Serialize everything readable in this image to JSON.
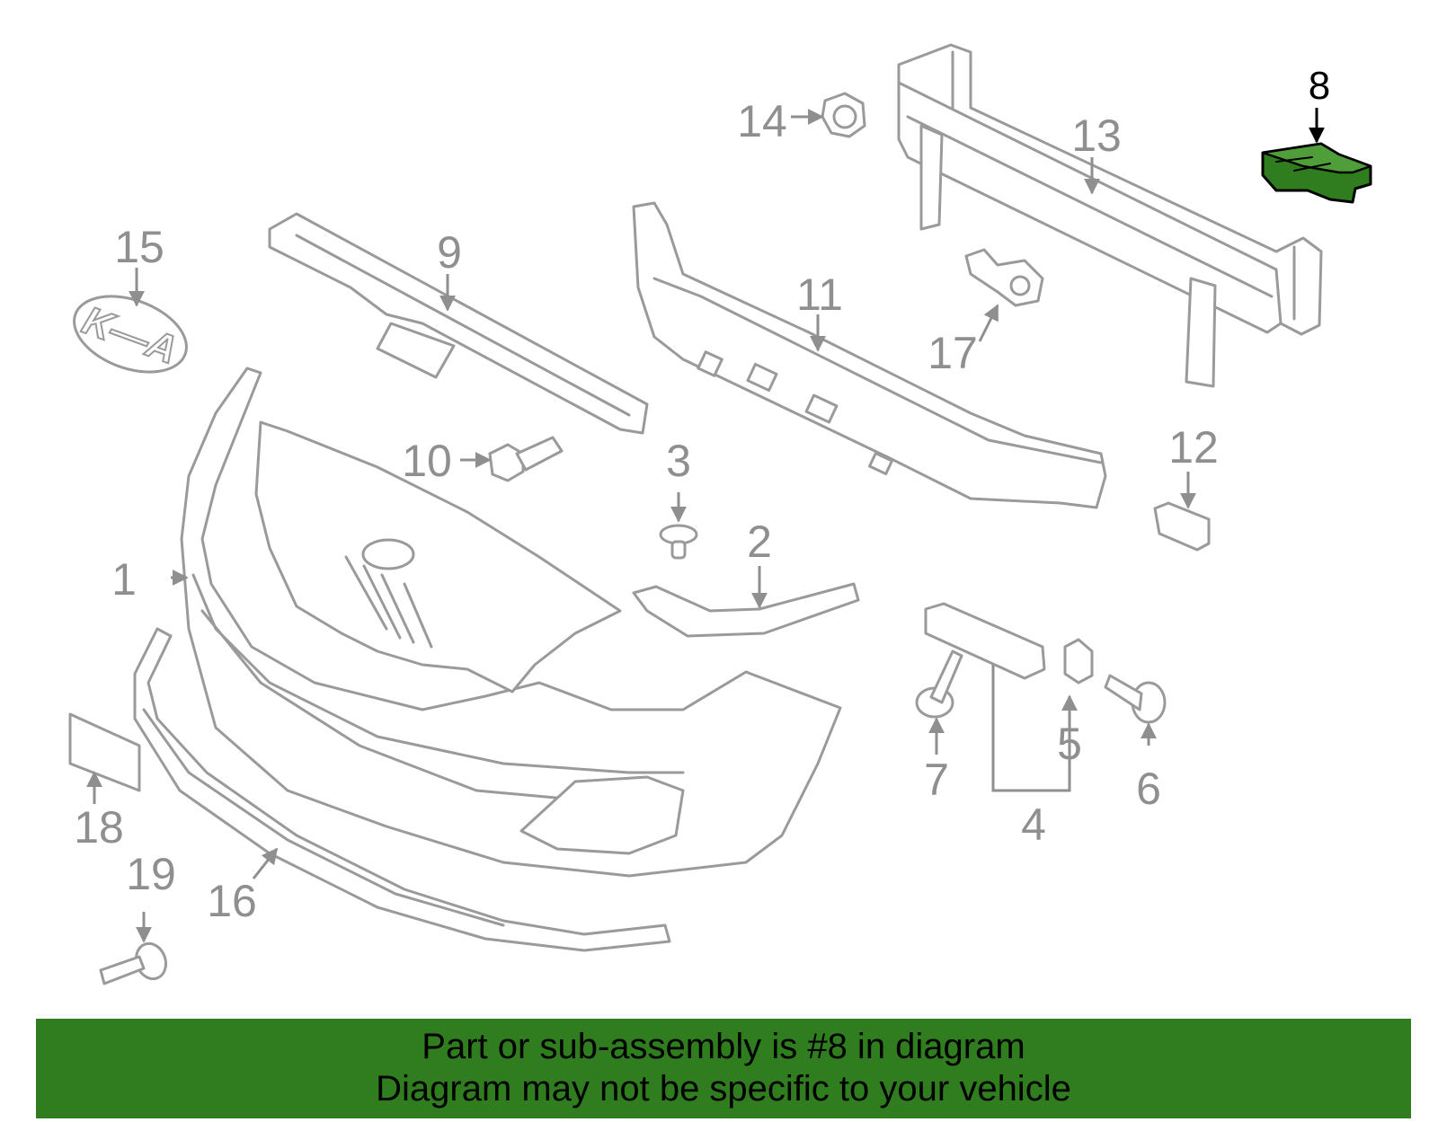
{
  "diagram": {
    "callouts": {
      "c1": "1",
      "c2": "2",
      "c3": "3",
      "c4": "4",
      "c5": "5",
      "c6": "6",
      "c7": "7",
      "c8": "8",
      "c9": "9",
      "c10": "10",
      "c11": "11",
      "c12": "12",
      "c13": "13",
      "c14": "14",
      "c15": "15",
      "c16": "16",
      "c17": "17",
      "c18": "18",
      "c19": "19"
    },
    "emblem_text": "K—A",
    "highlighted_part": "8",
    "highlight_color": "#2f7d1f"
  },
  "banner": {
    "line1": "Part or sub-assembly is #8 in diagram",
    "line2": "Diagram may not be specific to your vehicle",
    "color": "#2f7d1f"
  }
}
